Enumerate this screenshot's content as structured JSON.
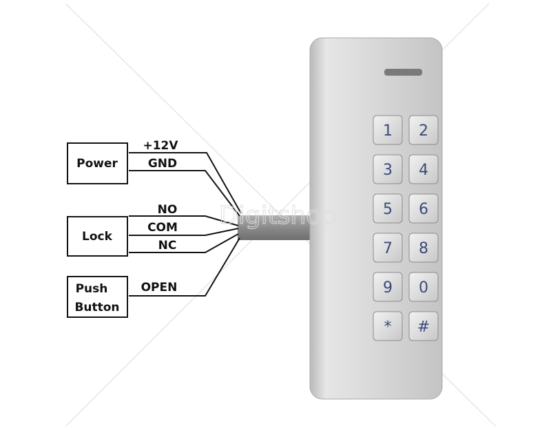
{
  "watermark": "Digitshop",
  "groups": [
    {
      "name": "Power",
      "wires": [
        "+12V",
        "GND"
      ]
    },
    {
      "name": "Lock",
      "wires": [
        "NO",
        "COM",
        "NC"
      ]
    },
    {
      "name_line1": "Push",
      "name_line2": "Button",
      "wires": [
        "OPEN"
      ]
    }
  ],
  "keypad": {
    "keys": [
      "1",
      "2",
      "3",
      "4",
      "5",
      "6",
      "7",
      "8",
      "9",
      "0",
      "*",
      "#"
    ]
  }
}
